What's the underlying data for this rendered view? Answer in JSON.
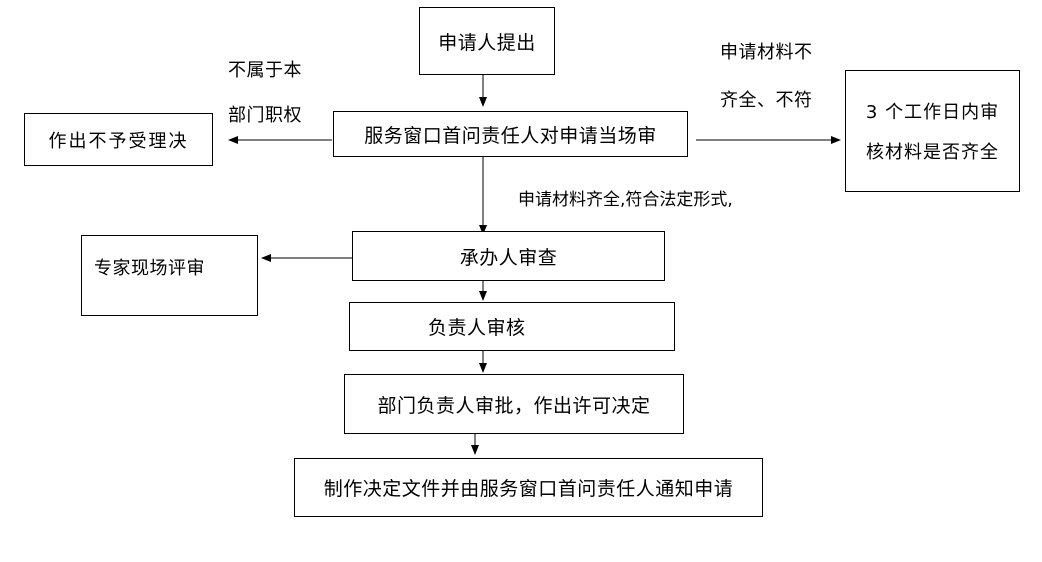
{
  "nodes": {
    "applicant": "申请人提出",
    "window_review": "服务窗口首问责任人对申请当场审",
    "reject": "作出不予受理决",
    "complete_line1": "3 个工作日内审",
    "complete_line2": "核材料是否齐全",
    "handler_review": "承办人审查",
    "expert_review": "专家现场评审",
    "responsible_review": "负责人审核",
    "dept_approval": "部门负责人审批，作出许可决定",
    "notify": "制作决定文件并由服务窗口首问责任人通知申请"
  },
  "labels": {
    "not_in_scope_line1": "不属于本",
    "not_in_scope_line2": "部门职权",
    "incomplete_line1": "申请材料不",
    "incomplete_line2": "齐全、不符",
    "complete_ok": "申请材料齐全,符合法定形式,"
  }
}
